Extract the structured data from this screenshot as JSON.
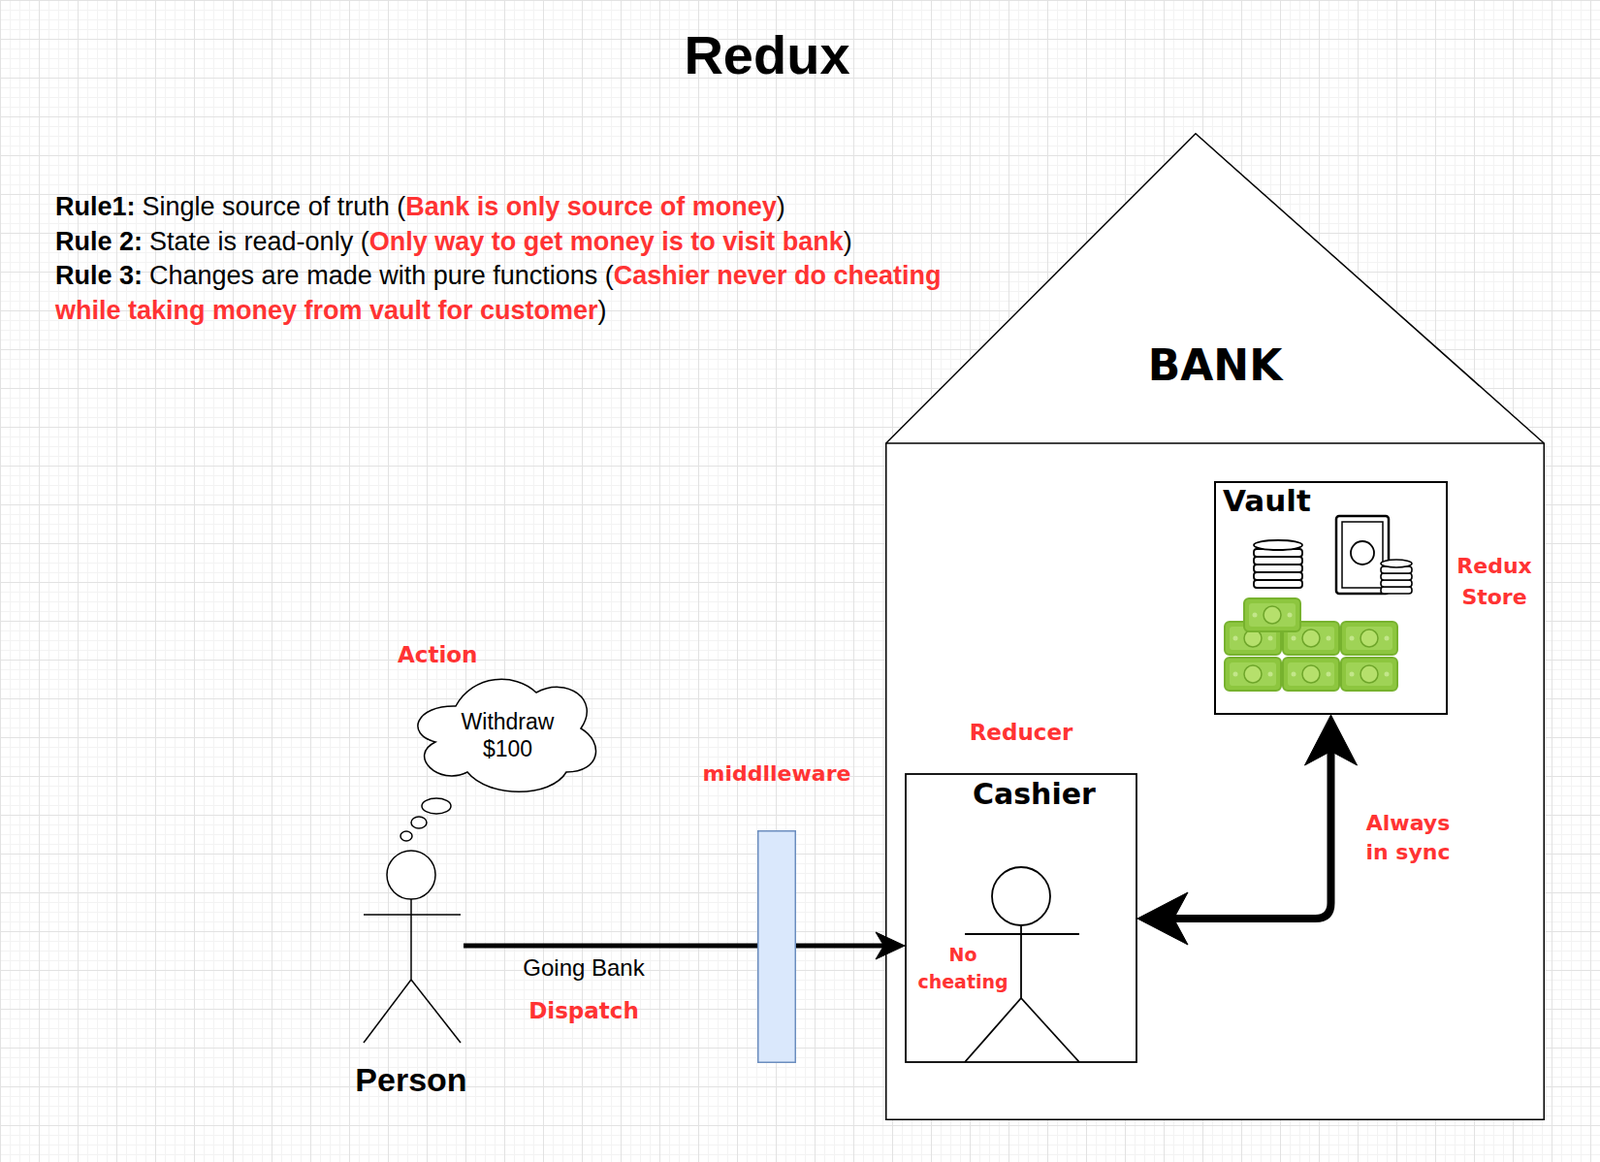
{
  "diagram": {
    "title": "Redux",
    "nodes": [
      {
        "text": [
          "BANK"
        ]
      },
      {
        "text": [
          "Vault",
          "Redux Store"
        ],
        "in": 0
      },
      {
        "text": [
          "Reducer",
          "Cashier",
          "No cheating"
        ],
        "in": 0
      },
      {
        "text": [
          "Action",
          "Withdraw $100"
        ]
      },
      {
        "text": [
          "middlleware"
        ]
      },
      {
        "text": [
          "Person"
        ]
      }
    ],
    "edges": [
      {
        "from": 5,
        "to": 2,
        "label": "Going Bank",
        "arrow": "to"
      },
      {
        "from": 2,
        "to": 1,
        "label": "Always in sync",
        "arrow": "both"
      }
    ],
    "labels": [
      "Rule1:",
      "Single source of truth (",
      "Bank is only source of money",
      ")",
      "Rule 2:",
      "State is read-only (",
      "Only way to get money is to visit bank",
      ")",
      "Rule 3:",
      "Changes are made with pure functions (",
      "Cashier never do cheating while taking money from vault for customer",
      ")",
      "Dispatch"
    ]
  }
}
